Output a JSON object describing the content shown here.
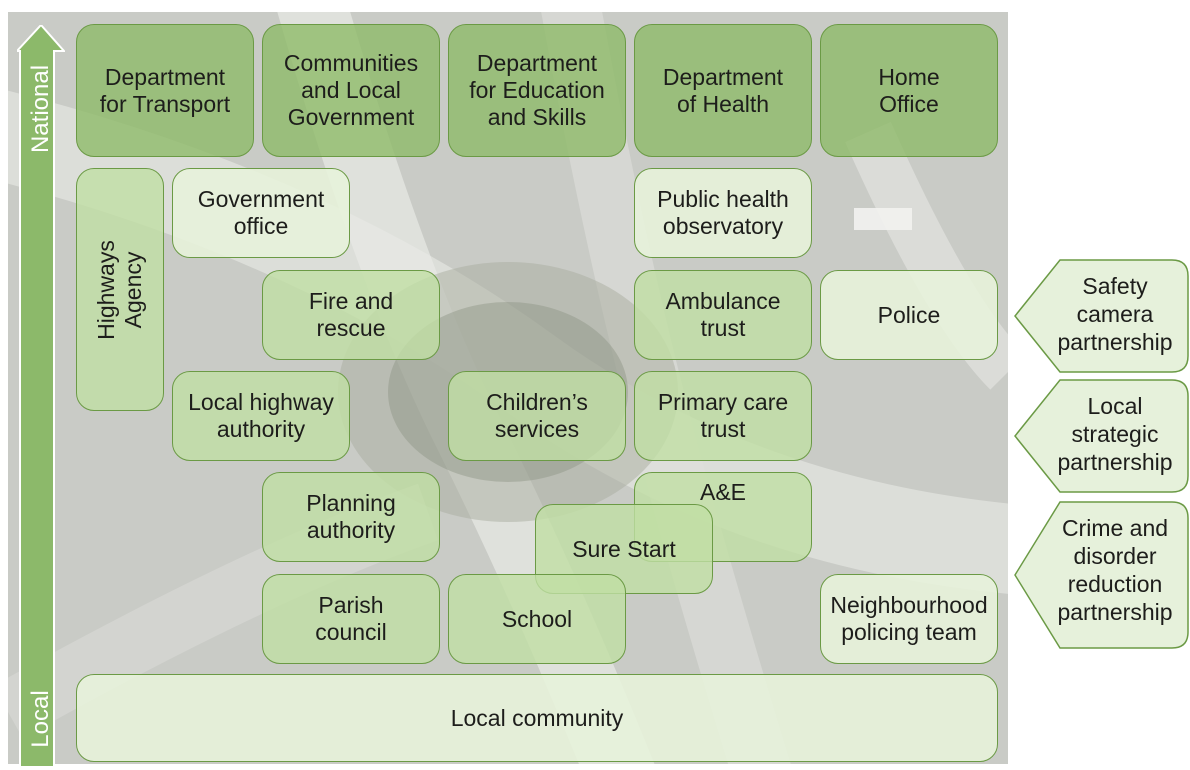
{
  "axis": {
    "top_label": "National",
    "bottom_label": "Local"
  },
  "colors": {
    "national_fill": "#8dba67",
    "box_fill": "#e2f0d4",
    "border": "#6b9a45",
    "axis_arrow": "#8cb96a",
    "background": "#cfd1cc"
  },
  "national_bodies": {
    "transport": "Department\nfor Transport",
    "communities": "Communities\nand Local\nGovernment",
    "education": "Department\nfor Education\nand Skills",
    "health": "Department\nof Health",
    "home_office": "Home\nOffice"
  },
  "organisations": {
    "highways_agency": "Highways\nAgency",
    "government_office": "Government\noffice",
    "public_health_observatory": "Public health\nobservatory",
    "fire_and_rescue": "Fire and\nrescue",
    "ambulance_trust": "Ambulance\ntrust",
    "police": "Police",
    "local_highway_authority": "Local highway\nauthority",
    "childrens_services": "Children’s\nservices",
    "primary_care_trust": "Primary care\ntrust",
    "planning_authority": "Planning\nauthority",
    "a_and_e": "A&E",
    "sure_start": "Sure Start",
    "parish_council": "Parish\ncouncil",
    "school": "School",
    "neighbourhood_policing_team": "Neighbourhood\npolicing team",
    "local_community": "Local community"
  },
  "partnerships": {
    "safety_camera": "Safety\ncamera\npartnership",
    "local_strategic": "Local\nstrategic\npartnership",
    "crime_disorder": "Crime and\ndisorder\nreduction\npartnership"
  }
}
